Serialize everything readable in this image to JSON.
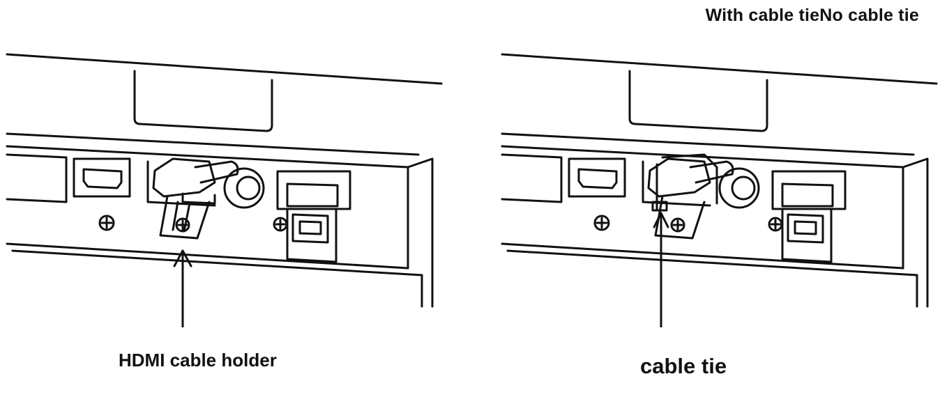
{
  "header": {
    "title": "With cable tieNo cable tie"
  },
  "left_panel": {
    "callout_label": "HDMI cable holder"
  },
  "right_panel": {
    "callout_label": "cable tie"
  },
  "colors": {
    "line": "#111111",
    "background": "#ffffff"
  }
}
